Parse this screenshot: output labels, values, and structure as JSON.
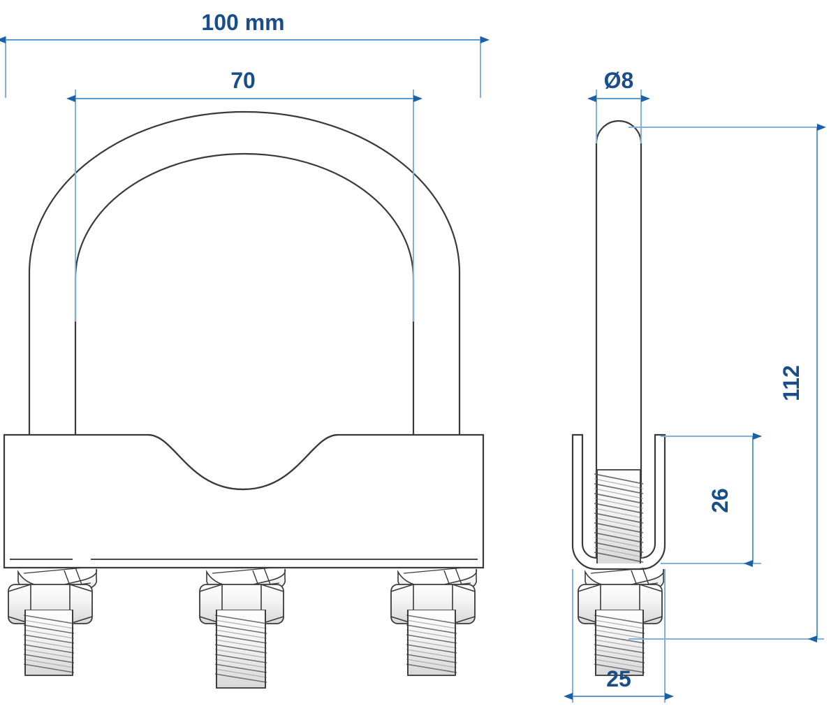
{
  "drawing": {
    "title": "U-bolt pipe clamp technical drawing",
    "units_note": "mm",
    "line_colors": {
      "part_outline": "#3a3a3a",
      "dimension_line": "#5a9bd4",
      "extension_line": "#7fb2df",
      "arrow_fill": "#1a5fa8",
      "dim_text": "#1a4e8a",
      "background": "#ffffff",
      "thread_shade": "#8a8a8a"
    },
    "views": [
      {
        "name": "front-view",
        "label": "front elevation of U-bolt with clamp plate"
      },
      {
        "name": "side-view",
        "label": "side elevation of U-bolt with bracket"
      }
    ]
  },
  "dimensions": {
    "overall_width": {
      "value": "100 mm",
      "name": "dimension-100mm",
      "orientation": "horizontal",
      "view": "front-view"
    },
    "inner_width": {
      "value": "70",
      "name": "dimension-70",
      "orientation": "horizontal",
      "view": "front-view"
    },
    "rod_diameter": {
      "value": "Ø8",
      "name": "dimension-diameter-8",
      "orientation": "horizontal",
      "view": "side-view"
    },
    "overall_height": {
      "value": "112",
      "name": "dimension-112",
      "orientation": "vertical",
      "view": "side-view"
    },
    "thread_length": {
      "value": "26",
      "name": "dimension-26",
      "orientation": "vertical",
      "view": "side-view"
    },
    "bracket_width": {
      "value": "25",
      "name": "dimension-25",
      "orientation": "horizontal",
      "view": "side-view"
    }
  },
  "components": {
    "u_bolt": "u-bolt-arch",
    "clamp_plate": "clamp-plate",
    "saddle_cutout": "saddle-cutout",
    "nuts": [
      "hex-nut-left",
      "hex-nut-center",
      "hex-nut-right",
      "hex-nut-side"
    ],
    "washers": [
      "spring-washer-left",
      "spring-washer-center",
      "spring-washer-right",
      "spring-washer-side"
    ],
    "threaded_rods": [
      "threaded-rod-left",
      "threaded-rod-center",
      "threaded-rod-right",
      "threaded-rod-side"
    ],
    "bracket": "u-bracket-side"
  }
}
